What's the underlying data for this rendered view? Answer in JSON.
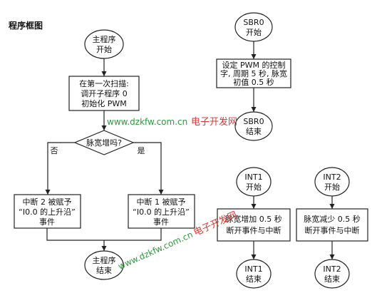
{
  "title": "程序框图",
  "main": {
    "start": [
      "主程序",
      "开始"
    ],
    "init": [
      "在第一次扫描:",
      "调开子程序 0",
      "初始化 PWM"
    ],
    "decision": "脉宽增吗?",
    "no_label": "否",
    "yes_label": "是",
    "left_box": [
      "中断 2 被赋予",
      "“I0.0 的上升沿”",
      "事件"
    ],
    "right_box": [
      "中断 1 被赋予",
      "“I0.0 的上升沿”",
      "事件"
    ],
    "end": [
      "主程序",
      "结束"
    ]
  },
  "sbr0": {
    "start": [
      "SBR0",
      "开始"
    ],
    "box": [
      "设定 PWM 的控制",
      "字, 周期 5 秒, 脉宽",
      "初值 0.5 秒"
    ],
    "end": [
      "SBR0",
      "结束"
    ]
  },
  "int1": {
    "start": [
      "INT1",
      "开始"
    ],
    "box": [
      "脉宽增加 0.5 秒",
      "断开事件与中断"
    ],
    "end": [
      "INT1",
      "结束"
    ]
  },
  "int2": {
    "start": [
      "INT2",
      "开始"
    ],
    "box": [
      "脉宽减少 0.5 秒",
      "断开事件与中断"
    ],
    "end": [
      "INT2",
      "结束"
    ]
  },
  "watermark": {
    "top_url": "www.dzkfw.com.cn",
    "top_cn": "电子开发网",
    "diag_url": "www.dzkfw.com.cn",
    "diag_cn": "电子开发网",
    "color_green": "#2c9a3c",
    "color_red": "#d83a34"
  }
}
